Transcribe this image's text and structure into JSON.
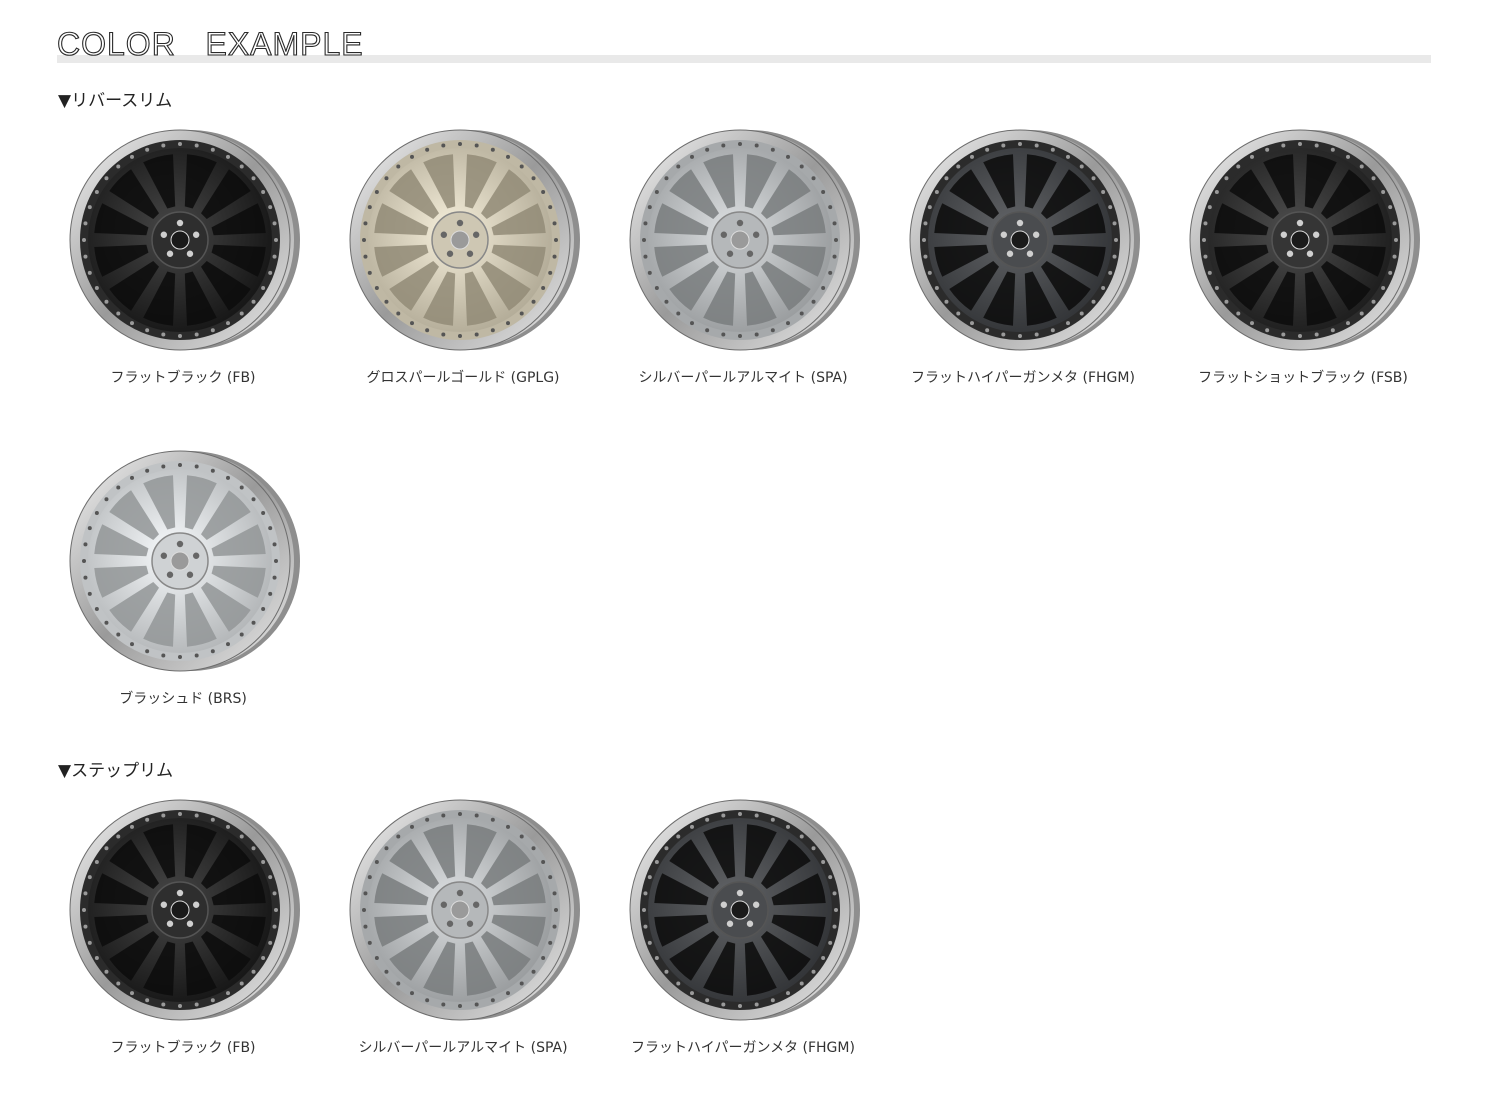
{
  "page_title": "COLOR   EXAMPLE",
  "sections": [
    {
      "label": "▼リバースリム",
      "items": [
        {
          "caption": "フラットブラック (FB)",
          "finish": "black"
        },
        {
          "caption": "グロスパールゴールド (GPLG)",
          "finish": "gold"
        },
        {
          "caption": "シルバーパールアルマイト (SPA)",
          "finish": "silver"
        },
        {
          "caption": "フラットハイパーガンメタ (FHGM)",
          "finish": "gunmetal"
        },
        {
          "caption": "フラットショットブラック (FSB)",
          "finish": "shotblack"
        },
        {
          "caption": "ブラッシュド (BRS)",
          "finish": "brushed"
        }
      ]
    },
    {
      "label": "▼ステップリム",
      "items": [
        {
          "caption": "フラットブラック (FB)",
          "finish": "black"
        },
        {
          "caption": "シルバーパールアルマイト (SPA)",
          "finish": "silver"
        },
        {
          "caption": "フラットハイパーガンメタ (FHGM)",
          "finish": "gunmetal"
        }
      ]
    }
  ],
  "colors": {
    "black": "#1f1f1f",
    "gold": "#d8d1bd",
    "silver": "#bfc2c4",
    "gunmetal": "#3b3d40",
    "shotblack": "#262626",
    "brushed": "#d9dcde",
    "lip": "#b5b5b5",
    "bar": "#e9e9e9"
  }
}
